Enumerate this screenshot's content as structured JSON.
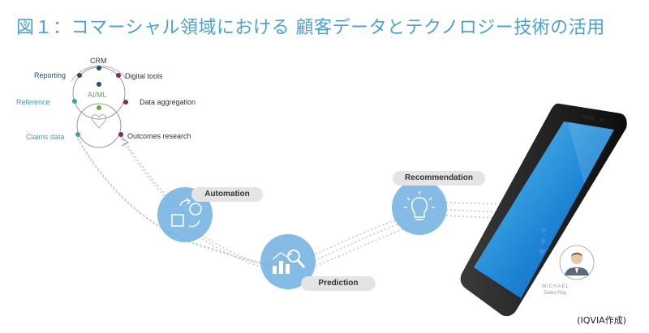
{
  "title": "図１：コマーシャル領域における 顧客データとテクノロジー技術の活用",
  "credit": "(IQVIA作成)",
  "data_sources": {
    "crm": "CRM",
    "reporting": "Reporting",
    "digital_tools": "Digital tools",
    "reference": "Reference",
    "ai_ml": "AI/ML",
    "data_aggregation": "Data aggregation",
    "claims_data": "Claims data",
    "outcomes_research": "Outcomes research"
  },
  "stages": {
    "automation": "Automation",
    "prediction": "Prediction",
    "recommendation": "Recommendation"
  },
  "rep": {
    "name": "MICHAEL",
    "role": "Sales Rep."
  },
  "colors": {
    "title": "#4aa0d8",
    "circle": "#6fb0e0",
    "navy": "#1f4e79",
    "purple": "#7a2a6a",
    "teal": "#3aa3a3",
    "green": "#6aaa3a"
  }
}
